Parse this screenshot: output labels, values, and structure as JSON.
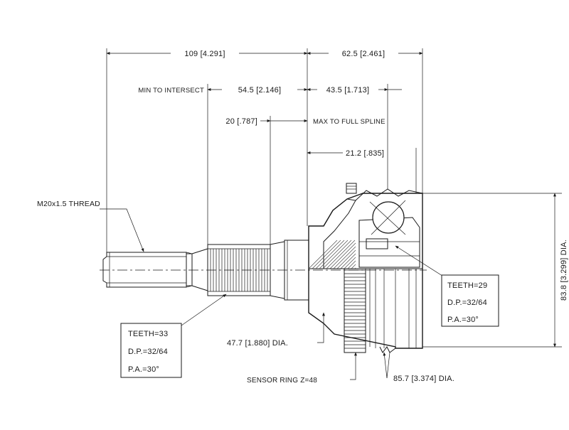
{
  "drawing": {
    "dimensions": {
      "overall_length": "109 [4.291]",
      "bell_length": "62.5 [2.461]",
      "min_to_intersect_label": "MIN TO INTERSECT",
      "min_to_intersect": "54.5 [2.146]",
      "bell_inner": "43.5 [1.713]",
      "spline_start": "20 [.787]",
      "max_to_full_spline": "MAX TO FULL SPLINE",
      "spline_offset": "21.2 [.835]",
      "thread": "M20x1.5 THREAD",
      "outer_dia": "83.8 [3.299] DIA.",
      "shaft_dia": "47.7 [1.880] DIA.",
      "sensor_ring": "SENSOR RING Z=48",
      "body_dia": "85.7 [3.374] DIA."
    },
    "spline_spec_shaft": {
      "teeth": "TEETH=33",
      "dp": "D.P.=32/64",
      "pa": "P.A.=30°"
    },
    "spline_spec_inner": {
      "teeth": "TEETH=29",
      "dp": "D.P.=32/64",
      "pa": "P.A.=30°"
    }
  }
}
